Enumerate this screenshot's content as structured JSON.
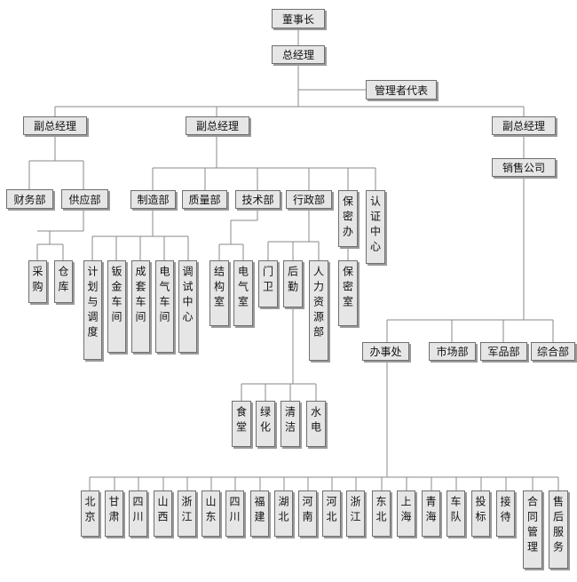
{
  "chairman": "董事长",
  "general_manager": "总经理",
  "management_representative": "管理者代表",
  "vp_left": "副总经理",
  "vp_middle": "副总经理",
  "vp_right": "副总经理",
  "finance": "财务部",
  "supply": "供应部",
  "supply_children": [
    "采购",
    "仓库"
  ],
  "manufacturing": "制造部",
  "manufacturing_children": [
    "计划与调度",
    "钣金车间",
    "成套车间",
    "电气车间",
    "调试中心"
  ],
  "quality": "质量部",
  "technology": "技术部",
  "technology_children": [
    "结构室",
    "电气室"
  ],
  "administration": "行政部",
  "administration_children": [
    "门卫",
    "后勤",
    "人力资源部"
  ],
  "logistics_children": [
    "食堂",
    "绿化",
    "清洁",
    "水电"
  ],
  "security_office": "保密办",
  "secrecy_room": "保密室",
  "certification_center": "认证中心",
  "sales_company": "销售公司",
  "office": "办事处",
  "market": "市场部",
  "military": "军品部",
  "general_affairs": "综合部",
  "offices": [
    "北京",
    "甘肃",
    "四川",
    "山西",
    "浙江",
    "山东",
    "四川",
    "福建",
    "湖北",
    "河南",
    "河北",
    "浙江",
    "东北",
    "上海",
    "青海",
    "车队",
    "投标",
    "接待",
    "合同管理",
    "售后服务"
  ]
}
